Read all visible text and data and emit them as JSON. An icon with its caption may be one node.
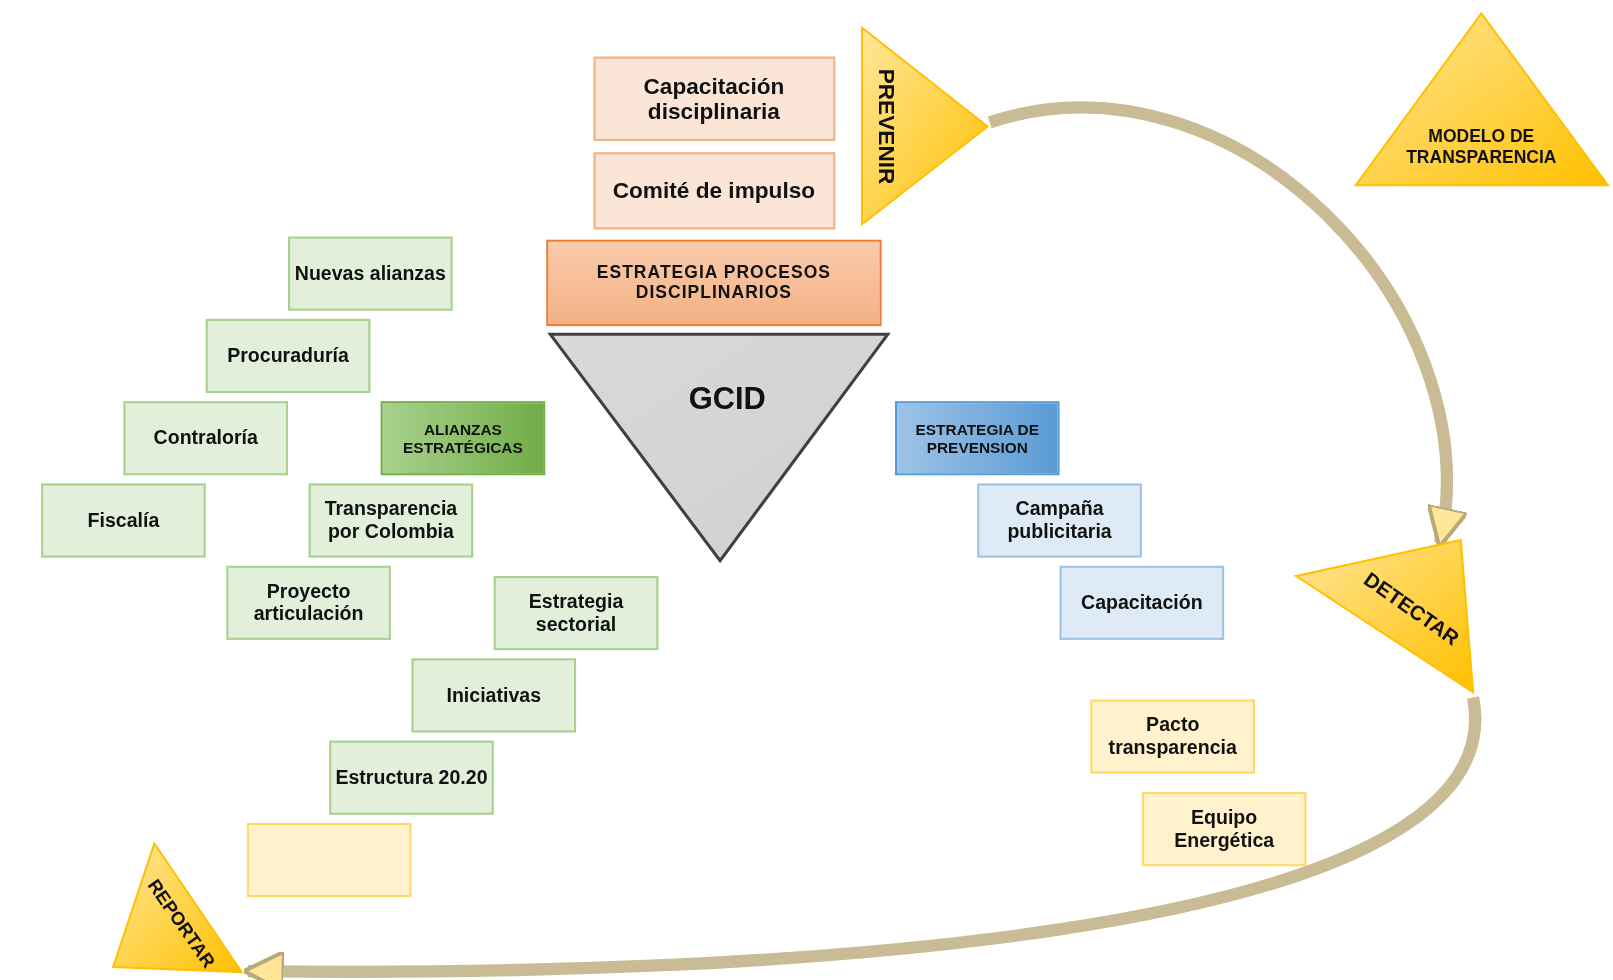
{
  "diagram": {
    "nodes": [
      {
        "text": [
          "Capacitación disciplinaria"
        ]
      },
      {
        "text": [
          "Comité de impulso"
        ]
      },
      {
        "text": [
          "PREVENIR"
        ]
      },
      {
        "text": [
          "MODELO DE TRANSPARENCIA"
        ]
      },
      {
        "text": [
          "ESTRATEGIA PROCESOS DISCIPLINARIOS"
        ]
      },
      {
        "text": [
          "GCID"
        ]
      },
      {
        "text": [
          "Nuevas alianzas"
        ]
      },
      {
        "text": [
          "Procuraduría"
        ]
      },
      {
        "text": [
          "Contraloría"
        ]
      },
      {
        "text": [
          "Fiscalía"
        ]
      },
      {
        "text": [
          "ALIANZAS ESTRATÉGICAS"
        ]
      },
      {
        "text": [
          "ESTRATEGIA DE PREVENSION"
        ]
      },
      {
        "text": [
          "Transparencia por Colombia"
        ]
      },
      {
        "text": [
          "Proyecto articulación"
        ]
      },
      {
        "text": [
          "Campaña publicitaria"
        ]
      },
      {
        "text": [
          "Capacitación"
        ]
      },
      {
        "text": [
          "DETECTAR"
        ]
      },
      {
        "text": [
          "Pacto transparencia"
        ]
      },
      {
        "text": [
          "Equipo Energética"
        ]
      },
      {
        "text": [
          "Estrategia sectorial"
        ]
      },
      {
        "text": [
          "Iniciativas"
        ]
      },
      {
        "text": [
          "Estructura 20.20"
        ]
      },
      {
        "text": [],
        "shape": "box"
      },
      {
        "text": [
          "REPORTAR"
        ]
      }
    ],
    "edges": [
      {
        "from": 2,
        "to": 16,
        "arrow": "to"
      },
      {
        "from": 16,
        "to": 23,
        "arrow": "to"
      }
    ]
  }
}
